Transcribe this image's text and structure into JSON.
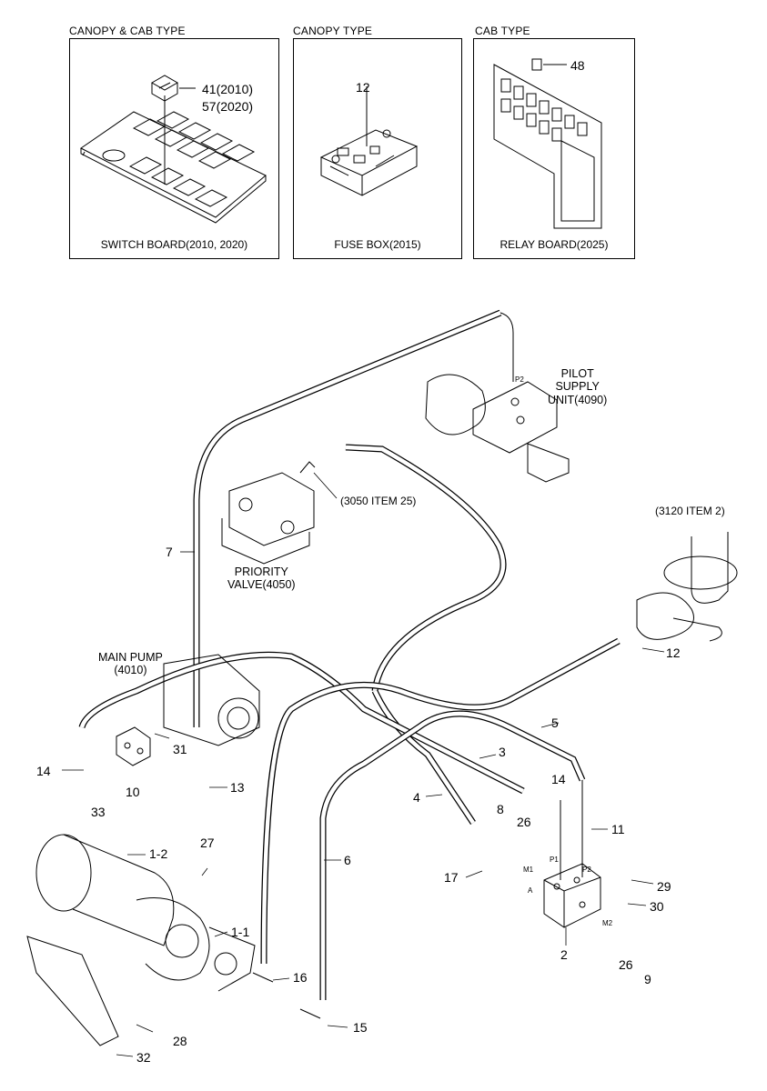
{
  "insets": [
    {
      "header": "CANOPY & CAB TYPE",
      "caption": "SWITCH BOARD(2010, 2020)",
      "labels": [
        "41(2010)",
        "57(2020)"
      ]
    },
    {
      "header": "CANOPY TYPE",
      "caption": "FUSE BOX(2015)",
      "labels": [
        "12"
      ]
    },
    {
      "header": "CAB TYPE",
      "caption": "RELAY BOARD(2025)",
      "labels": [
        "48"
      ]
    }
  ],
  "components": {
    "pilot_supply": "PILOT\nSUPPLY\nUNIT(4090)",
    "priority_valve": "PRIORITY\nVALVE(4050)",
    "item_3050": "(3050 ITEM 25)",
    "item_3120": "(3120 ITEM 2)",
    "main_pump": "MAIN PUMP\n(4010)"
  },
  "port_marks": {
    "p2_top": "P2",
    "p1": "P1",
    "p2": "P2",
    "m1": "M1",
    "a": "A",
    "m2": "M2"
  },
  "callouts": {
    "c7": "7",
    "c12": "12",
    "c5": "5",
    "c3": "3",
    "c31": "31",
    "c14a": "14",
    "c10": "10",
    "c13": "13",
    "c33": "33",
    "c14b": "14",
    "c4": "4",
    "c8": "8",
    "c26a": "26",
    "c11": "11",
    "c6": "6",
    "c17": "17",
    "c29": "29",
    "c30": "30",
    "c2": "2",
    "c26b": "26",
    "c9": "9",
    "c1_2": "1-2",
    "c27": "27",
    "c1_1": "1-1",
    "c16": "16",
    "c15": "15",
    "c28": "28",
    "c32": "32"
  }
}
